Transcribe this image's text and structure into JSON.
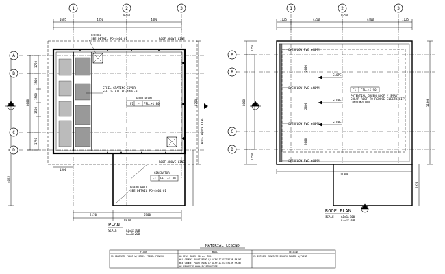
{
  "grid": {
    "columns": [
      "1",
      "2",
      "3"
    ],
    "rows": [
      "A",
      "B",
      "C",
      "D"
    ]
  },
  "plan": {
    "title": "PLAN",
    "scale_label": "SCALE",
    "scale_a1": "A1=1:100",
    "scale_a3": "A3=1:200",
    "top_dims": [
      "1605",
      "4350",
      "4400",
      "8750"
    ],
    "left_dims": [
      "1750",
      "1500",
      "1500",
      "1500",
      "1750",
      "8000"
    ],
    "right_dims": [
      "8750"
    ],
    "bottom_dims": [
      "2170",
      "6700",
      "8870",
      "1500"
    ],
    "gen_dim": "4625",
    "labels": {
      "louver": "LOUVER",
      "louver_ref": "SEE DETAIL PD-4404-01",
      "roof_above_top": "ROOF ABOVE LINE",
      "roof_above_right": "ROOF ABOVE LINE",
      "roof_above_bottom": "ROOF ABOVE LINE",
      "steel_grating": "STEEL GRATING COVER",
      "steel_grating_ref": "SEE DETAIL PD-4404-01",
      "pump_room": "PUMP ROOM",
      "pump_tag_f": "F1",
      "pump_tag_w": "—",
      "pump_tag_lvl": "FFL.+1.80",
      "generator": "GENERATOR",
      "gen_tag_f": "F1",
      "gen_tag_lvl": "FFL.+1.80",
      "guard_rail": "GUARD RAIL",
      "guard_rail_ref": "SEE DETAIL PD-4404-01"
    }
  },
  "roof": {
    "title": "ROOF PLAN",
    "scale_label": "SCALE",
    "scale_a1": "A1=1:100",
    "scale_a3": "A3=1:200",
    "top_dims": [
      "1125",
      "4350",
      "4400",
      "8750",
      "1125"
    ],
    "left_dims": [
      "1750",
      "8000",
      "1750"
    ],
    "right_dims": [
      "11000"
    ],
    "bottom_dims": [
      "11000"
    ],
    "side_dim": "2970",
    "inner_dims": [
      "2000",
      "2000",
      "2000"
    ],
    "overflow_labels": [
      "OVERFLOW PVC ø40MM.",
      "OVERFLOW PVC ø40MM.",
      "OVERFLOW PVC ø40MM.",
      "OVERFLOW PVC ø40MM."
    ],
    "slopes": [
      "SLOPE",
      "SLOPE",
      "SLOPE"
    ],
    "tag_f": "F1",
    "tag_lvl": "FFL.+5.90",
    "note_lines": [
      "POTENTIAL GREEN ROOF / SMART",
      "SOLAR ROOF TO REDUCE ELECTRICITY",
      "CONSUMPTION"
    ]
  },
  "legend": {
    "title": "MATERIAL LEGEND",
    "headers": [
      "FLOOR",
      "WALL",
      "CEILING"
    ],
    "floor": [
      "F1   CONCRETE FLOOR W/ STEEL TROWEL FINISH"
    ],
    "wall": [
      "W1   CMU. BLOCK 10 cm. THK.",
      "W1A  CEMENT PLASTERING W/ ACRYLIC EXTERIOR PAINT",
      "W1B  CEMENT PLASTERING W/ ACRYLIC EXTERIOR PAINT",
      "W2   CONCRETE WALL BY STRUCTURE"
    ],
    "ceiling": [
      "C1   EXPOSED CONCRETE SMOOTH RUBBED W/PAINT"
    ]
  },
  "colors": {
    "line": "#000000",
    "paper": "#ffffff",
    "hatch": "#555555"
  }
}
